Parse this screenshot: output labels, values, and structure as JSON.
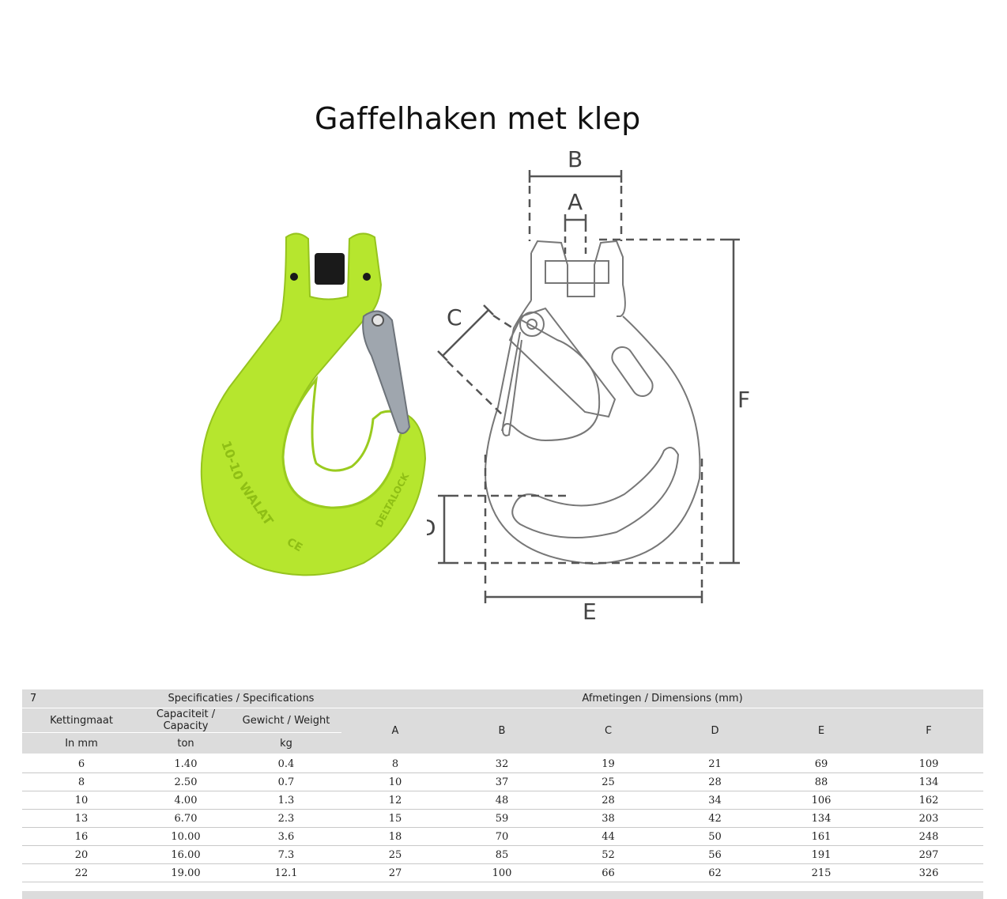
{
  "title": "Gaffelhaken met klep",
  "hook": {
    "color": "#b6e62e",
    "latch_color": "#9fa6ae",
    "markings": [
      "10-10",
      "WALAT",
      "CE",
      "DELTALOCK"
    ]
  },
  "drawing": {
    "labels": {
      "a": "A",
      "b": "B",
      "c": "C",
      "d": "D",
      "e": "E",
      "f": "F"
    }
  },
  "table": {
    "index": "7",
    "group_specs": "Specificaties / Specifications",
    "group_dims": "Afmetingen / Dimensions (mm)",
    "spec_headers": [
      "Kettingmaat",
      "Capaciteit / Capacity",
      "Gewicht / Weight"
    ],
    "spec_units": [
      "In mm",
      "ton",
      "kg"
    ],
    "dim_headers": [
      "A",
      "B",
      "C",
      "D",
      "E",
      "F"
    ],
    "rows": [
      [
        "6",
        "1.40",
        "0.4",
        "8",
        "32",
        "19",
        "21",
        "69",
        "109"
      ],
      [
        "8",
        "2.50",
        "0.7",
        "10",
        "37",
        "25",
        "28",
        "88",
        "134"
      ],
      [
        "10",
        "4.00",
        "1.3",
        "12",
        "48",
        "28",
        "34",
        "106",
        "162"
      ],
      [
        "13",
        "6.70",
        "2.3",
        "15",
        "59",
        "38",
        "42",
        "134",
        "203"
      ],
      [
        "16",
        "10.00",
        "3.6",
        "18",
        "70",
        "44",
        "50",
        "161",
        "248"
      ],
      [
        "20",
        "16.00",
        "7.3",
        "25",
        "85",
        "52",
        "56",
        "191",
        "297"
      ],
      [
        "22",
        "19.00",
        "12.1",
        "27",
        "100",
        "66",
        "62",
        "215",
        "326"
      ]
    ]
  }
}
